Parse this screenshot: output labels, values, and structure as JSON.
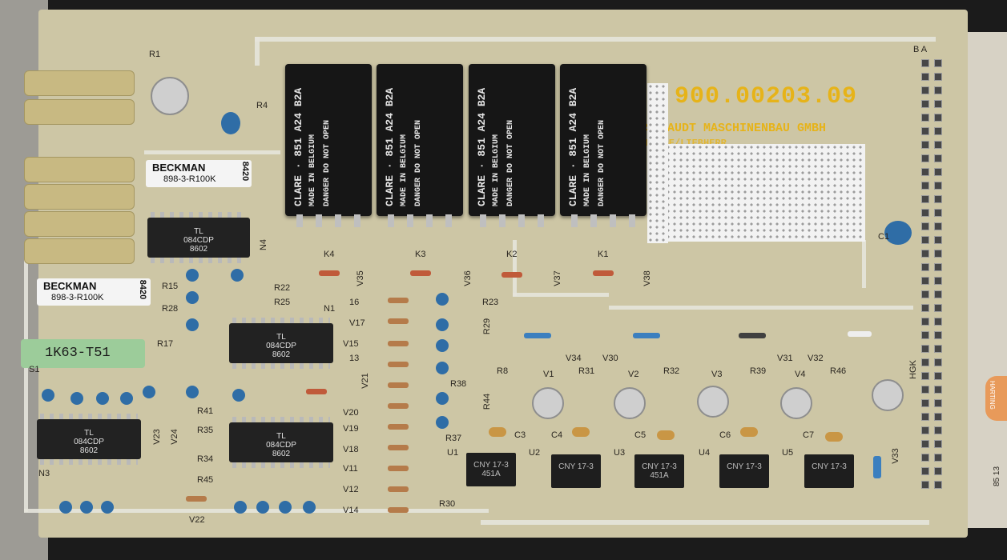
{
  "board": {
    "part_number": "900.00203.09",
    "maker": "SCHAUDT MASCHINENBAU GMBH",
    "maker_sub": "BOEGE/LIEBHERR",
    "connector_letters": "B A",
    "hgk_label": "HGK"
  },
  "relays": [
    {
      "brand": "CLARE",
      "model": "851 A24 B2A",
      "origin": "MADE IN BELGIUM",
      "warning": "DANGER DO NOT OPEN",
      "ref": "K4"
    },
    {
      "brand": "CLARE",
      "model": "851 A24 B2A",
      "origin": "MADE IN BELGIUM",
      "warning": "DANGER DO NOT OPEN",
      "ref": "K3"
    },
    {
      "brand": "CLARE",
      "model": "851 A24 B2A",
      "origin": "MADE IN BELGIUM",
      "warning": "DANGER DO NOT OPEN",
      "ref": "K2"
    },
    {
      "brand": "CLARE",
      "model": "851 A24 B2A",
      "origin": "MADE IN BELGIUM",
      "warning": "DANGER DO NOT OPEN",
      "ref": "K1"
    }
  ],
  "networks": [
    {
      "brand": "BECKMAN",
      "part": "898-3-R100K",
      "code": "8420"
    },
    {
      "brand": "BECKMAN",
      "part": "898-3-R100K",
      "code": "8420"
    }
  ],
  "opamps": [
    {
      "brand": "TL",
      "part": "084CDP",
      "date": "8602"
    },
    {
      "brand": "TL",
      "part": "084CDP",
      "date": "8602"
    },
    {
      "brand": "TL",
      "part": "084CDP",
      "date": "8602"
    },
    {
      "brand": "TL",
      "part": "084CDP",
      "date": "8602"
    }
  ],
  "green_resistor": "1K63-T51",
  "opto_refs": [
    "U1",
    "U2",
    "U3",
    "U4",
    "U5"
  ],
  "opto_parts": [
    "CNY 17-3",
    "CNY 17-3",
    "CNY 17-3",
    "CNY 17-3",
    "CNY 17-3"
  ],
  "opto_codes": [
    "451A",
    "",
    "451A",
    "",
    ""
  ],
  "transistor_refs": [
    "V1",
    "V2",
    "V3",
    "V4"
  ],
  "cap_refs": [
    "C3",
    "C4",
    "C5",
    "C6",
    "C7"
  ],
  "resistor_refs": [
    "R8",
    "R31",
    "R32",
    "R39",
    "R46"
  ],
  "silk": {
    "r1": "R1",
    "r4": "R4",
    "r15": "R15",
    "r17": "R17",
    "r22": "R22",
    "r23": "R23",
    "r25": "R25",
    "r28": "R28",
    "r29": "R29",
    "r30": "R30",
    "r34": "R34",
    "r35": "R35",
    "r37": "R37",
    "r38": "R38",
    "r41": "R41",
    "r44": "R44",
    "r45": "R45",
    "n1": "N1",
    "n3": "N3",
    "n4": "N4",
    "v11": "V11",
    "v12": "V12",
    "v13": "13",
    "v14": "V14",
    "v15": "V15",
    "v16": "16",
    "v17": "V17",
    "v18": "V18",
    "v19": "V19",
    "v20": "V20",
    "v21": "V21",
    "v22": "V22",
    "v23": "V23",
    "v24": "V24",
    "v30": "V30",
    "v31": "V31",
    "v32": "V32",
    "v33": "V33",
    "v34": "V34",
    "v35": "V35",
    "v36": "V36",
    "v37": "V37",
    "v38": "V38",
    "s1": "S1",
    "c1": "C1",
    "right_fragment_1": "HARTING",
    "right_fragment_2": "85 13"
  }
}
